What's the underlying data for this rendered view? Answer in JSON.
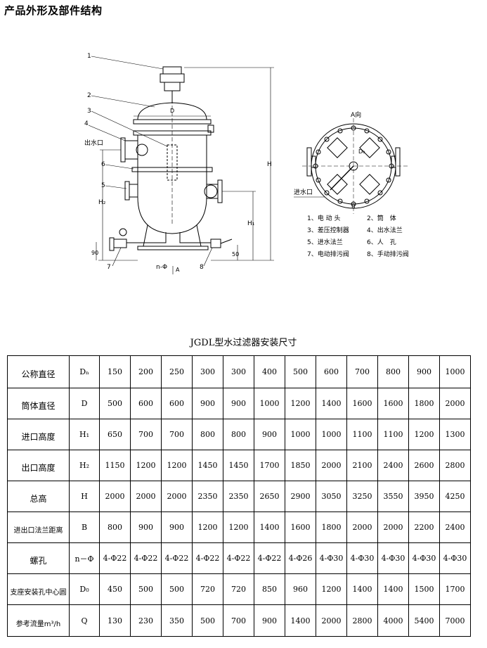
{
  "heading": "产品外形及部件结构",
  "drawing": {
    "side_callouts": [
      "1",
      "2",
      "3",
      "4",
      "6",
      "5",
      "7",
      "8"
    ],
    "outlet_label": "出水口",
    "inlet_label": "进水口",
    "dim_H": "H",
    "dim_H1": "H₁",
    "dim_H2": "H₂",
    "dim_D": "D",
    "dim_90": "90",
    "dim_50": "50",
    "bolt_label": "n-Φ",
    "view_label": "A",
    "top_view_title": "A向",
    "top_dim_D0": "D₀",
    "top_dim_B": "B",
    "legend": [
      [
        "1、电 动 头",
        "2、筒　体"
      ],
      [
        "3、差压控制器",
        "4、出水法兰"
      ],
      [
        "5、进水法兰",
        "6、人　孔"
      ],
      [
        "7、电动排污阀",
        "8、手动排污阀"
      ]
    ]
  },
  "table": {
    "title": "JGDL型水过滤器安装尺寸",
    "rows": [
      {
        "label": "公称直径",
        "symbol": "Dₙ",
        "values": [
          "150",
          "200",
          "250",
          "300",
          "300",
          "400",
          "500",
          "600",
          "700",
          "800",
          "900",
          "1000"
        ]
      },
      {
        "label": "筒体直径",
        "symbol": "D",
        "values": [
          "500",
          "600",
          "600",
          "900",
          "900",
          "1000",
          "1200",
          "1400",
          "1600",
          "1600",
          "1800",
          "2000"
        ]
      },
      {
        "label": "进口高度",
        "symbol": "H₁",
        "values": [
          "650",
          "700",
          "700",
          "800",
          "800",
          "900",
          "1000",
          "1000",
          "1100",
          "1100",
          "1200",
          "1300"
        ]
      },
      {
        "label": "出口高度",
        "symbol": "H₂",
        "values": [
          "1150",
          "1200",
          "1200",
          "1450",
          "1450",
          "1700",
          "1850",
          "2000",
          "2100",
          "2400",
          "2600",
          "2800"
        ]
      },
      {
        "label": "总高",
        "symbol": "H",
        "values": [
          "2000",
          "2000",
          "2000",
          "2350",
          "2350",
          "2650",
          "2900",
          "3050",
          "3250",
          "3550",
          "3950",
          "4250"
        ]
      },
      {
        "label": "进出口法兰距离",
        "symbol": "B",
        "values": [
          "800",
          "900",
          "900",
          "1200",
          "1200",
          "1400",
          "1600",
          "1800",
          "2000",
          "2000",
          "2200",
          "2400"
        ]
      },
      {
        "label": "螺孔",
        "symbol": "n－Φ",
        "values": [
          "4-Φ22",
          "4-Φ22",
          "4-Φ22",
          "4-Φ22",
          "4-Φ22",
          "4-Φ22",
          "4-Φ26",
          "4-Φ30",
          "4-Φ30",
          "4-Φ30",
          "4-Φ30",
          "4-Φ30"
        ]
      },
      {
        "label": "支座安装孔中心圆",
        "symbol": "D₀",
        "values": [
          "450",
          "500",
          "500",
          "720",
          "720",
          "850",
          "960",
          "1200",
          "1400",
          "1400",
          "1500",
          "1700"
        ]
      },
      {
        "label": "参考流量m³/h",
        "symbol": "Q",
        "values": [
          "130",
          "230",
          "350",
          "500",
          "700",
          "900",
          "1400",
          "2000",
          "2800",
          "4000",
          "5400",
          "7000"
        ]
      }
    ]
  }
}
